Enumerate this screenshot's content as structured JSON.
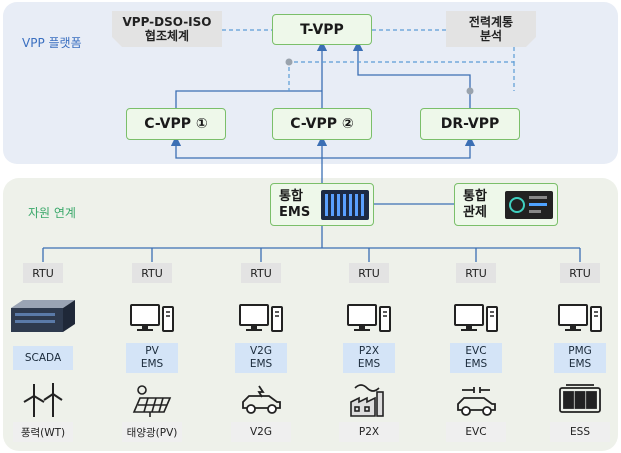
{
  "sections": {
    "platform": "VPP 플랫폼",
    "resource": "자원 연계"
  },
  "top": {
    "tvpp": "T-VPP",
    "cvpp1": "C-VPP ①",
    "cvpp2": "C-VPP ②",
    "drvpp": "DR-VPP",
    "dso_line1": "VPP-DSO-ISO",
    "dso_line2": "협조체계",
    "grid_line1": "전력계통",
    "grid_line2": "분석"
  },
  "hub": {
    "ems_line1": "통합",
    "ems_line2": "EMS",
    "ctrl_line1": "통합",
    "ctrl_line2": "관제"
  },
  "columns": [
    {
      "rtu": "RTU",
      "ems1": "SCADA",
      "ems2": "",
      "name": "풍력(WT)",
      "icon": "wind-turbine-icon",
      "device": "server-icon"
    },
    {
      "rtu": "RTU",
      "ems1": "PV",
      "ems2": "EMS",
      "name": "태양광(PV)",
      "icon": "solar-panel-icon",
      "device": "computer-icon"
    },
    {
      "rtu": "RTU",
      "ems1": "V2G",
      "ems2": "EMS",
      "name": "V2G",
      "icon": "electric-car-icon",
      "device": "computer-icon"
    },
    {
      "rtu": "RTU",
      "ems1": "P2X",
      "ems2": "EMS",
      "name": "P2X",
      "icon": "factory-icon",
      "device": "computer-icon"
    },
    {
      "rtu": "RTU",
      "ems1": "EVC",
      "ems2": "EMS",
      "name": "EVC",
      "icon": "ev-charging-car-icon",
      "device": "computer-icon"
    },
    {
      "rtu": "RTU",
      "ems1": "PMG",
      "ems2": "EMS",
      "name": "ESS",
      "icon": "battery-storage-icon",
      "device": "computer-icon"
    }
  ],
  "colors": {
    "line": "#3b6fb4",
    "dash": "#5b9bd5",
    "box_border": "#7bbf6a",
    "box_fill": "#eef8ea",
    "top_panel": "#e8edf6",
    "bottom_panel": "#eef1ea",
    "platform_text": "#3a6fc0",
    "resource_text": "#3aa86a",
    "ems_label_fill": "#d4e4f7"
  }
}
